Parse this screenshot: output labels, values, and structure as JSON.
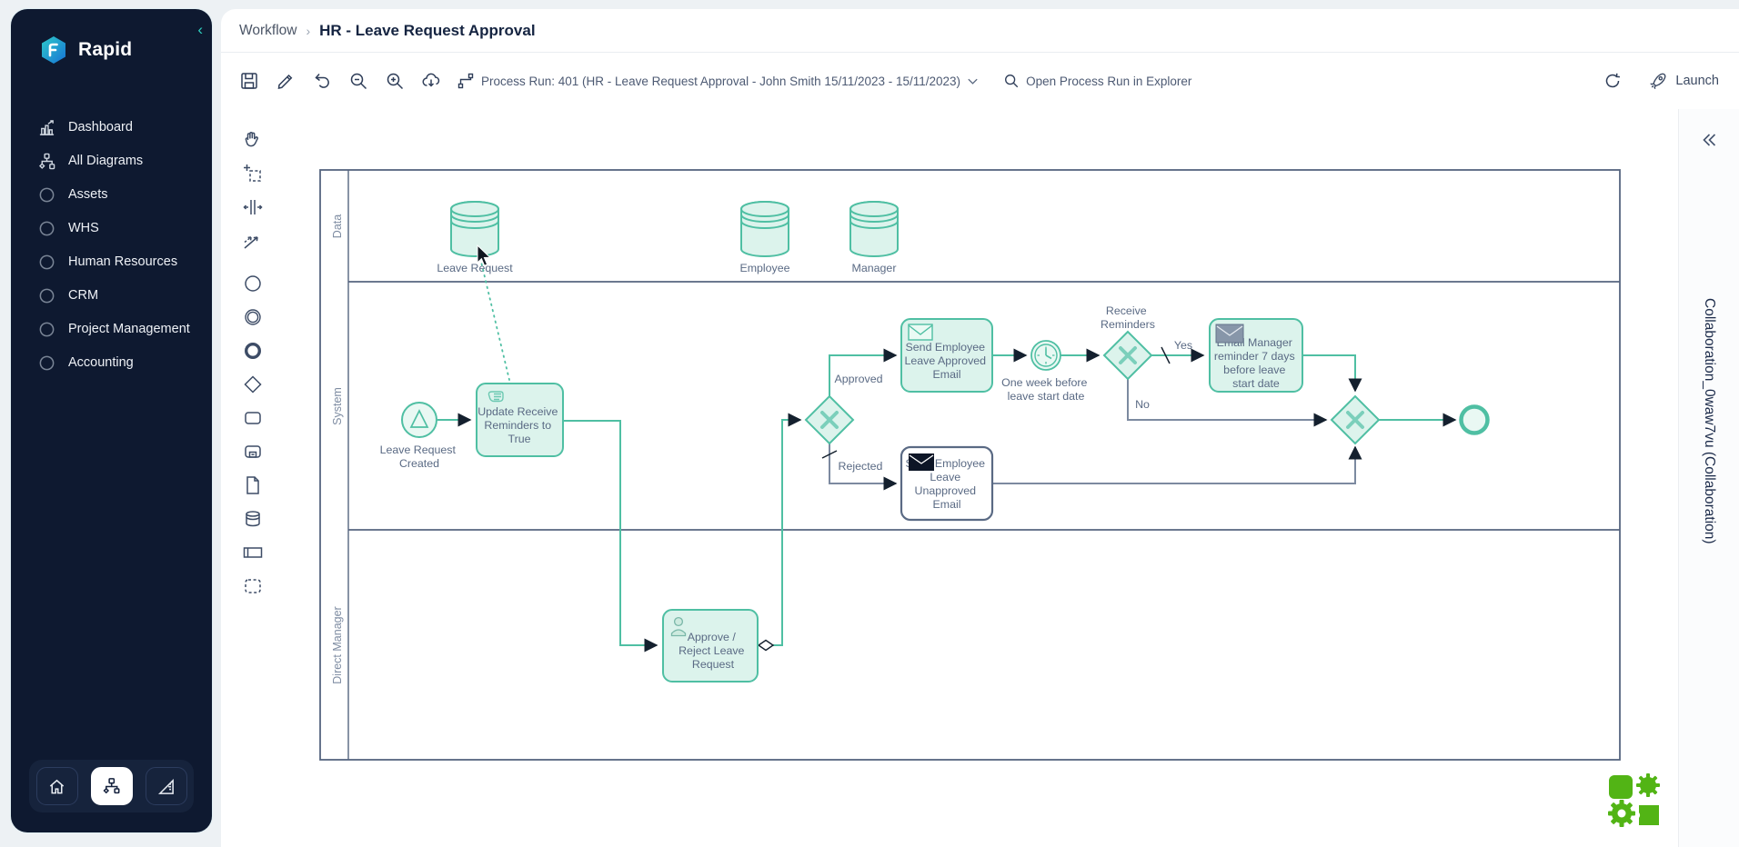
{
  "sidebar": {
    "logo_text": "Rapid",
    "items": [
      {
        "icon": "dashboard-icon",
        "label": "Dashboard"
      },
      {
        "icon": "diagrams-icon",
        "label": "All Diagrams"
      },
      {
        "icon": "circle-icon",
        "label": "Assets"
      },
      {
        "icon": "circle-icon",
        "label": "WHS"
      },
      {
        "icon": "circle-icon",
        "label": "Human Resources"
      },
      {
        "icon": "circle-icon",
        "label": "CRM"
      },
      {
        "icon": "circle-icon",
        "label": "Project Management"
      },
      {
        "icon": "circle-icon",
        "label": "Accounting"
      }
    ],
    "dock_icons": [
      "home-icon",
      "diagram-icon-active",
      "design-ruler-icon"
    ]
  },
  "breadcrumb": {
    "section": "Workflow",
    "separator": "›",
    "title": "HR - Leave Request Approval"
  },
  "toolbar": {
    "icons": [
      "save",
      "edit",
      "undo",
      "zoom-out",
      "zoom-in",
      "cloud-download",
      "process-run"
    ],
    "process_run_label": "Process Run: 401 (HR - Leave Request Approval - John Smith 15/11/2023 - 15/11/2023)",
    "open_explorer_label": "Open Process Run in Explorer",
    "launch_label": "Launch"
  },
  "right_panel": {
    "collaboration_label": "Collaboration_0waw7vu (Collaboration)"
  },
  "diagram": {
    "lanes": [
      "Data",
      "System",
      "Direct Manager"
    ],
    "stores": [
      "Leave Request",
      "Employee",
      "Manager"
    ],
    "start": [
      "Leave Request",
      "Created"
    ],
    "timer": [
      "One week before",
      "leave start date"
    ],
    "gateway_label": [
      "Receive",
      "Reminders"
    ],
    "tasks": {
      "update": [
        "Update Receive",
        "Reminders to",
        "True"
      ],
      "approve": [
        "Approve /",
        "Reject Leave",
        "Request"
      ],
      "approved_email": [
        "Send Employee",
        "Leave Approved",
        "Email"
      ],
      "unapproved_email": [
        "Send Employee",
        "Leave",
        "Unapproved",
        "Email"
      ],
      "reminder": [
        "Email Manager",
        "reminder 7 days",
        "before leave",
        "start date"
      ]
    },
    "flows": {
      "approved": "Approved",
      "rejected": "Rejected",
      "yes": "Yes",
      "no": "No"
    }
  },
  "colors": {
    "accent_teal": "#4fbfa3",
    "mint_fill": "#dcf3ec",
    "slate": "#5a6a84",
    "sidebar_navy": "#0e1930",
    "logo_green": "#52b415",
    "inactive_gray": "#7c8aa0"
  }
}
